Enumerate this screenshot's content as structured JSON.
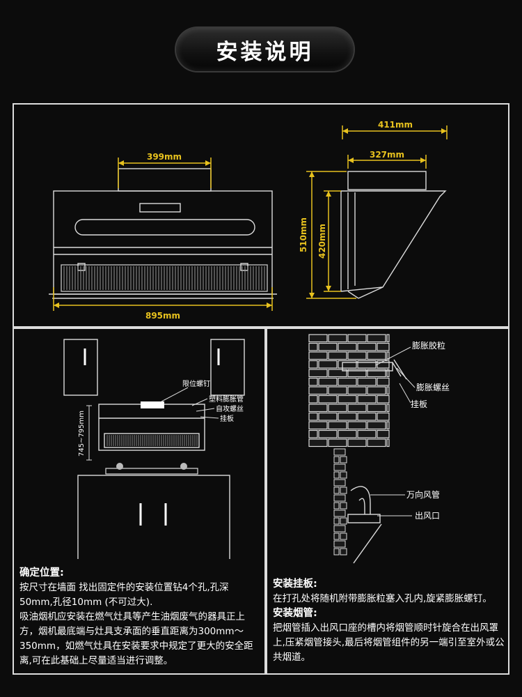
{
  "title": "安装说明",
  "dimensions": {
    "top_width": "399mm",
    "total_width": "895mm",
    "side_depth": "411mm",
    "side_top_depth": "327mm",
    "height_total": "510mm",
    "height_inner": "420mm"
  },
  "install_labels": {
    "limit_screw": "限位螺钉",
    "plastic_anchor": "塑料膨胀管",
    "self_tap_screw": "自攻螺丝",
    "hanging_plate": "挂板",
    "distance": "745~795mm"
  },
  "wall_labels": {
    "expansion_plug": "膨胀胶粒",
    "expansion_screw": "膨胀螺丝",
    "hanging_plate": "挂板",
    "universal_duct": "万向风管",
    "outlet": "出风口"
  },
  "left_text": {
    "heading": "确定位置:",
    "p1": "按尺寸在墙面 找出固定件的安装位置钻4个孔,孔深50mm,孔径10mm (不可过大).",
    "p2": "吸油烟机应安装在燃气灶具等产生油烟废气的器具正上方，烟机最底端与灶具支承面的垂直距离为300mm～350mm，如燃气灶具在安装要求中规定了更大的安全距离,可在此基础上尽量适当进行调整。"
  },
  "right_text": {
    "heading1": "安装挂板:",
    "p1": "在打孔处将随机附带膨胀粒塞入孔内,旋紧膨胀螺钉。",
    "heading2": "安装烟管:",
    "p2": "把烟管插入出风口座的槽内将烟管顺时针旋合在出风罩上,压紧烟管接头,最后将烟管组件的另一端引至室外或公共烟道。"
  },
  "colors": {
    "dimension": "#e8c21e",
    "line": "#dcdcdc",
    "background": "#0c0c0c"
  }
}
